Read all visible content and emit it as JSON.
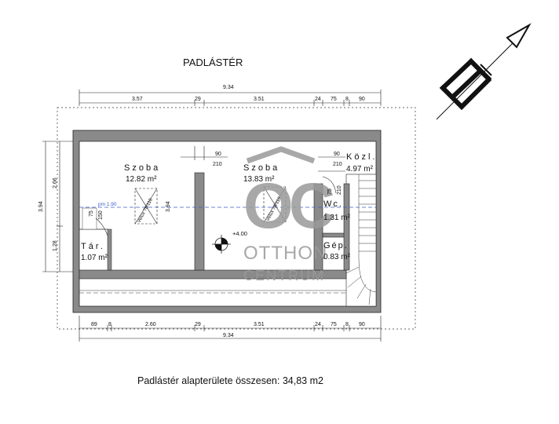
{
  "title": "PADLÁSTÉR",
  "summary": "Padlástér alapterülete összesen: 34,83 m2",
  "watermark": {
    "line1": "OTTHON",
    "line2": "CENTRUM",
    "logo_letters": "OC"
  },
  "top_dims": {
    "total": "9.34",
    "seg1": "3.57",
    "seg2": "29",
    "seg3": "3.51",
    "seg4": "24",
    "seg5": "75",
    "seg6": "8",
    "seg7": "90"
  },
  "bottom_dims": {
    "total": "9.34",
    "seg1": "89",
    "seg2": "8",
    "seg3": "2.60",
    "seg4": "29",
    "seg5": "3.51",
    "seg6": "24",
    "seg7": "75",
    "seg8": "8",
    "seg9": "90"
  },
  "left_dims": {
    "total": "3.94",
    "upper": "2.66",
    "lower": "1.28"
  },
  "rooms": {
    "szoba1": {
      "name": "Szoba",
      "area": "12.82 m²"
    },
    "szoba2": {
      "name": "Szoba",
      "area": "13.83 m²"
    },
    "kozl": {
      "name": "Közl.",
      "area": "4.97 m²"
    },
    "wc": {
      "name": "Wc.",
      "area": "1.31 m²"
    },
    "gep": {
      "name": "Gép.",
      "area": "0.83 m²"
    },
    "tar": {
      "name": "Tár.",
      "area": "1.07 m²"
    }
  },
  "annotations": {
    "pm": "pm 1.90",
    "level": "+4.00",
    "window1": "Velux 78/118",
    "window2": "Velux 78/118",
    "height_394": "3.94",
    "door1_w": "90",
    "door1_h": "210",
    "door2_w": "90",
    "door2_h": "210",
    "wc_door_w": "75",
    "wc_door_h": "210",
    "tar_door_w": "75",
    "tar_door_h": "150"
  },
  "colors": {
    "wall": "#8a8a8a",
    "wall_stroke": "#222222",
    "watermark": "#9a9a9a",
    "pm_line": "#3a5fc8"
  }
}
